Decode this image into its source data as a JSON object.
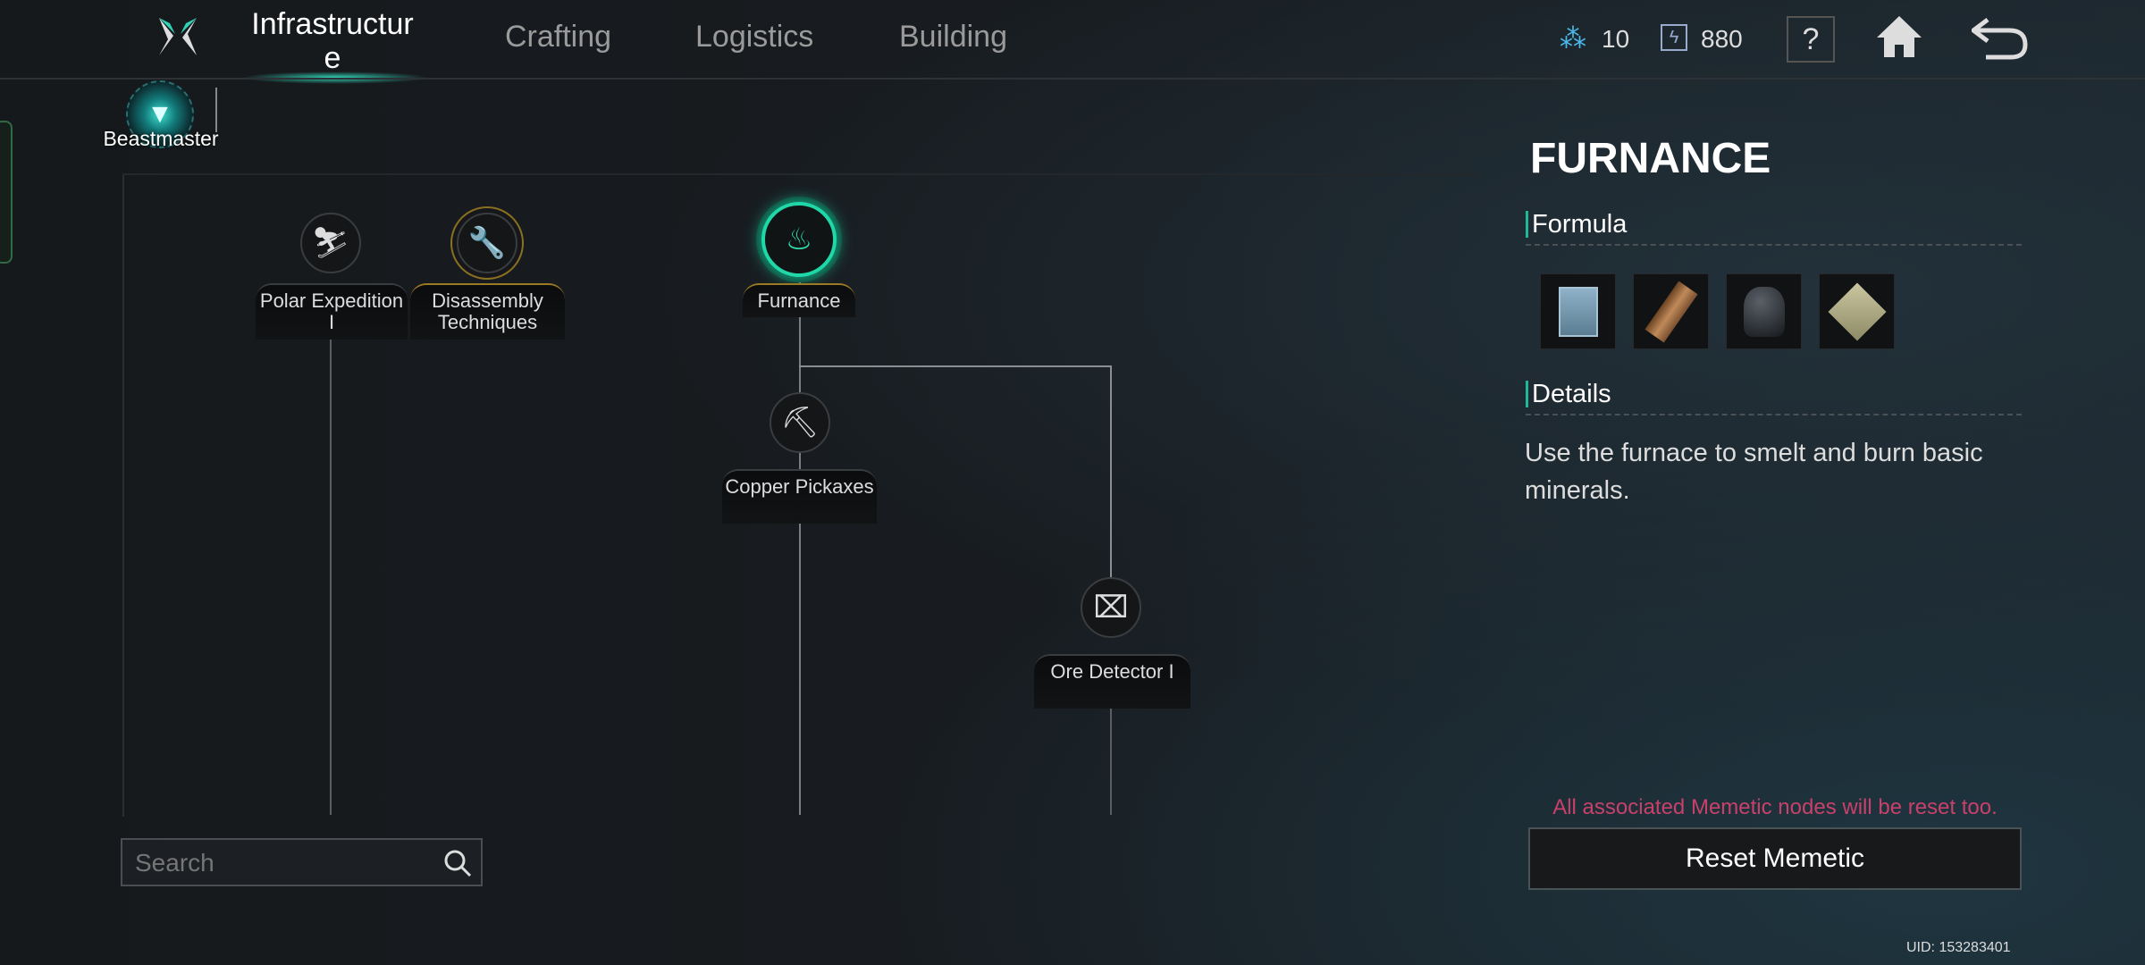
{
  "header": {
    "tabs": [
      {
        "label": "Infrastructure",
        "active": true
      },
      {
        "label": "Crafting"
      },
      {
        "label": "Logistics"
      },
      {
        "label": "Building"
      }
    ],
    "currencies": [
      {
        "icon": "dna-icon",
        "value": "10"
      },
      {
        "icon": "energy-icon",
        "value": "880"
      }
    ],
    "help_label": "?"
  },
  "profession": {
    "label": "Beastmaster"
  },
  "tree": {
    "nodes": [
      {
        "label": "Polar Expedition I",
        "icon": "polar-runner-icon",
        "state": "locked"
      },
      {
        "label": "Disassembly Techniques",
        "icon": "wrench-gear-icon",
        "state": "available"
      },
      {
        "label": "Furnance",
        "icon": "furnace-icon",
        "state": "selected"
      },
      {
        "label": "Copper Pickaxes",
        "icon": "pickaxe-icon",
        "state": "locked"
      },
      {
        "label": "Ore Detector I",
        "icon": "ore-detector-icon",
        "state": "locked"
      }
    ]
  },
  "search": {
    "placeholder": "Search"
  },
  "detail": {
    "title": "FURNANCE",
    "formula_label": "Formula",
    "formula_items": [
      "furnace-item-icon",
      "copper-ingot-icon",
      "coal-icon",
      "cloth-icon"
    ],
    "details_label": "Details",
    "description": "Use the furnace to smelt and burn basic minerals.",
    "warning": "All associated Memetic nodes will be reset too.",
    "reset_label": "Reset Memetic"
  },
  "uid": "UID: 153283401",
  "colors": {
    "accent": "#1fd7a7",
    "gold": "#9a7a22",
    "warning": "#c8416a"
  }
}
